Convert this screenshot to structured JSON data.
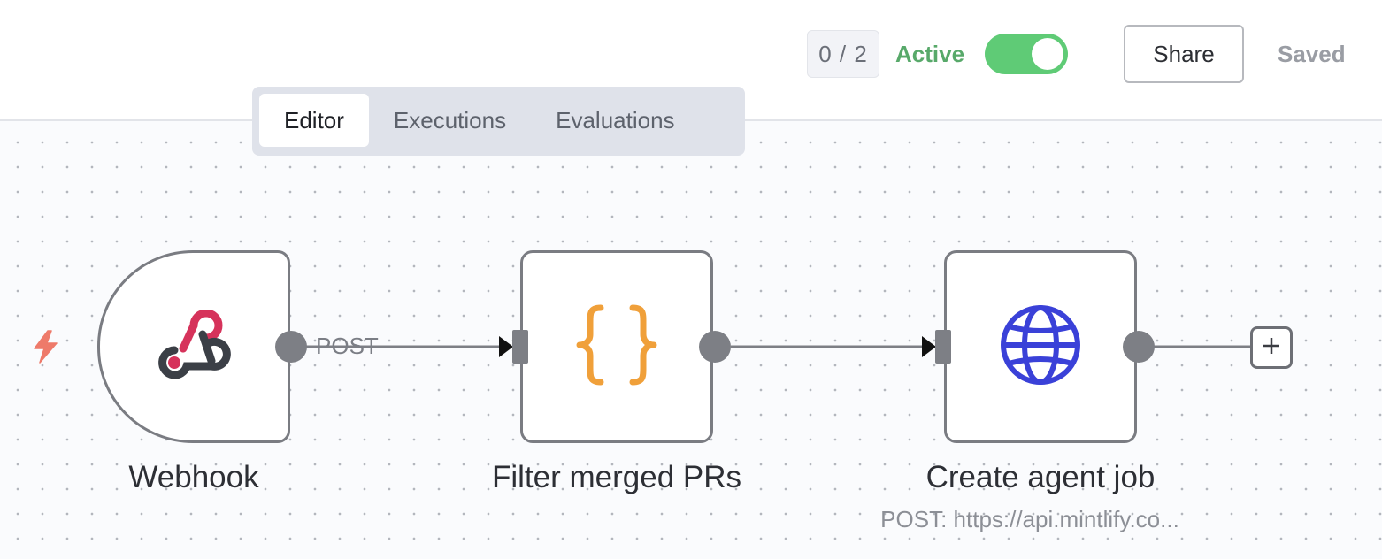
{
  "header": {
    "counter": "0 / 2",
    "active_label": "Active",
    "active_on": true,
    "share_label": "Share",
    "saved_label": "Saved"
  },
  "tabs": [
    {
      "label": "Editor",
      "selected": true
    },
    {
      "label": "Executions",
      "selected": false
    },
    {
      "label": "Evaluations",
      "selected": false
    }
  ],
  "nodes": {
    "webhook": {
      "label": "Webhook",
      "icon": "webhook-icon"
    },
    "filter": {
      "label": "Filter merged PRs",
      "icon": "code-braces-icon"
    },
    "agent_job": {
      "label": "Create agent job",
      "subtitle": "POST: https://api.mintlify.co...",
      "icon": "globe-icon"
    }
  },
  "edges": {
    "webhook_to_filter_label": "POST"
  },
  "colors": {
    "active_green": "#58a96a",
    "toggle_green": "#5fcb76",
    "webhook_red": "#d6335b",
    "braces_orange": "#f0a03a",
    "globe_blue": "#3a41d8",
    "trigger_bolt": "#ee7a6a"
  },
  "icons": {
    "trigger": "lightning-bolt-icon",
    "add": "plus-icon"
  }
}
